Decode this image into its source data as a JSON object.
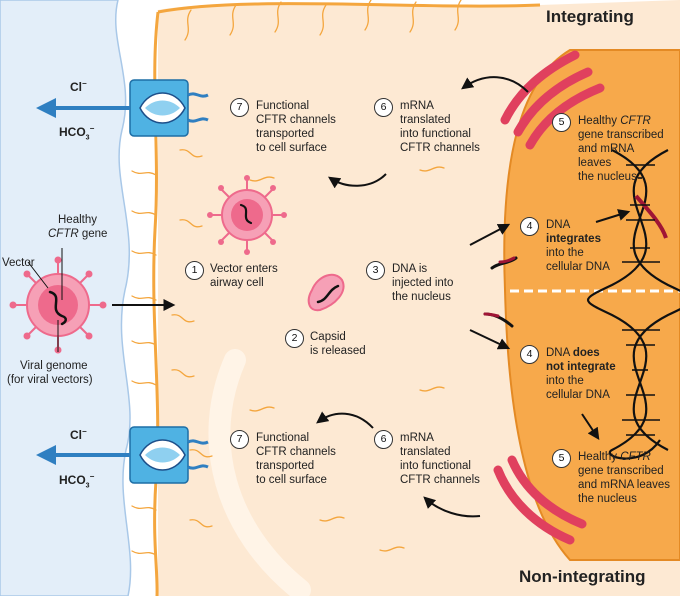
{
  "headings": {
    "integrating": "Integrating",
    "non_integrating": "Non-integrating"
  },
  "ions": {
    "chloride": "Cl",
    "chloride_charge": "−",
    "bicarbonate": "HCO",
    "bicarbonate_sub": "3",
    "bicarbonate_charge": "−"
  },
  "vector_labels": {
    "vector": "Vector",
    "healthy_line1": "Healthy",
    "healthy_gene": "CFTR",
    "healthy_suffix": " gene",
    "viral_genome_line1": "Viral genome",
    "viral_genome_line2": "(for viral vectors)"
  },
  "steps": {
    "s1": {
      "num": "1",
      "l1": "Vector enters",
      "l2": "airway cell"
    },
    "s2": {
      "num": "2",
      "l1": "Capsid",
      "l2": "is released"
    },
    "s3": {
      "num": "3",
      "l1": "DNA is",
      "l2": "injected into",
      "l3": "the nucleus"
    },
    "s4_top": {
      "num": "4",
      "l1": "DNA",
      "l2": "integrates",
      "l3": "into the",
      "l4": "cellular DNA"
    },
    "s4_bottom": {
      "num": "4",
      "l1": "DNA ",
      "l1b": "does",
      "l2": "not integrate",
      "l3": "into the",
      "l4": "cellular DNA"
    },
    "s5_top": {
      "num": "5",
      "l1": "Healthy ",
      "l1i": "CFTR",
      "l2": "gene transcribed",
      "l3": "and mRNA",
      "l4": "leaves",
      "l5": "the nucleus"
    },
    "s5_bottom": {
      "num": "5",
      "l1": "Healthy ",
      "l1i": "CFTR",
      "l2": "gene transcribed",
      "l3": "and mRNA leaves",
      "l4": "the nucleus"
    },
    "s6_top": {
      "num": "6",
      "l1": "mRNA",
      "l2": "translated",
      "l3": "into functional",
      "l4": "CFTR channels"
    },
    "s6_bottom": {
      "num": "6",
      "l1": "mRNA",
      "l2": "translated",
      "l3": "into functional",
      "l4": "CFTR channels"
    },
    "s7_top": {
      "num": "7",
      "l1": "Functional",
      "l2": "CFTR channels",
      "l3": "transported",
      "l4": "to cell surface"
    },
    "s7_bottom": {
      "num": "7",
      "l1": "Functional",
      "l2": "CFTR channels",
      "l3": "transported",
      "l4": "to cell surface"
    }
  },
  "colors": {
    "mucus": "#e3eef9",
    "cytoplasm": "#fde9d3",
    "membrane": "#f4a63e",
    "nucleus": "#f7a94b",
    "channel": "#4fb2e3",
    "arrow_blue": "#2f7fc1",
    "virus": "#ee6a8c",
    "er": "#e0405e",
    "dna_red": "#a01535"
  }
}
